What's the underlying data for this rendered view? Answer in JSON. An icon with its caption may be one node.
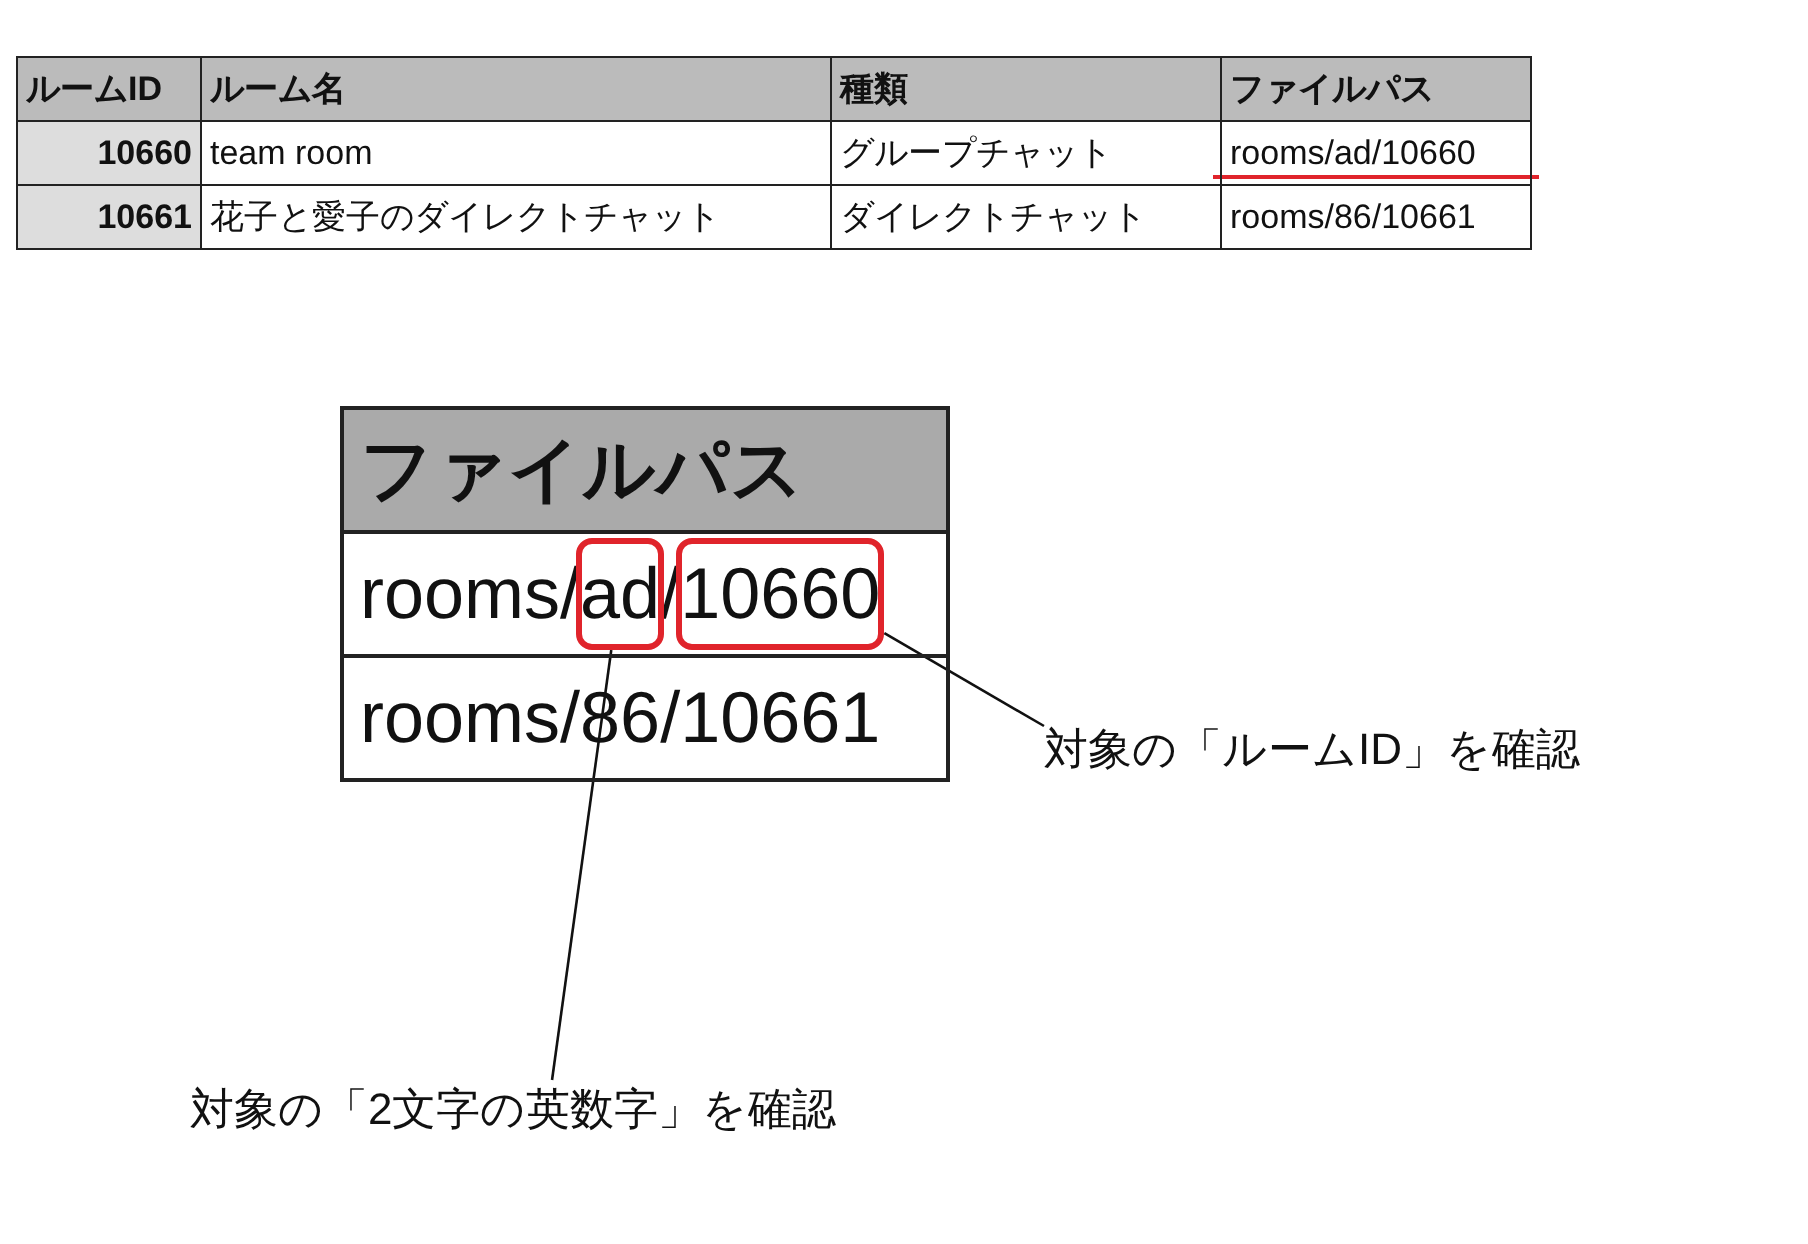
{
  "diagram": {
    "nodes": [
      {
        "text": [],
        "shape": "box"
      },
      {
        "text": [],
        "shape": "box"
      },
      {
        "text": [
          "対象の「ルームID」を確認"
        ]
      },
      {
        "text": [
          "対象の「2文字の英数字」を確認"
        ]
      }
    ],
    "edges": [
      {
        "from": 2,
        "to": 1,
        "arrow": "none"
      },
      {
        "from": 3,
        "to": 0,
        "arrow": "none"
      }
    ],
    "labels": [
      "ルームID",
      "ルーム名",
      "種類",
      "ファイルパス",
      "10660",
      "team room",
      "グループチャット",
      "rooms/ad/10660",
      "10661",
      "花子と愛子のダイレクトチャット",
      "ダイレクトチャット",
      "rooms/86/10661",
      "ファイルパス",
      "rooms/ad/10660",
      "rooms/86/10661"
    ]
  }
}
